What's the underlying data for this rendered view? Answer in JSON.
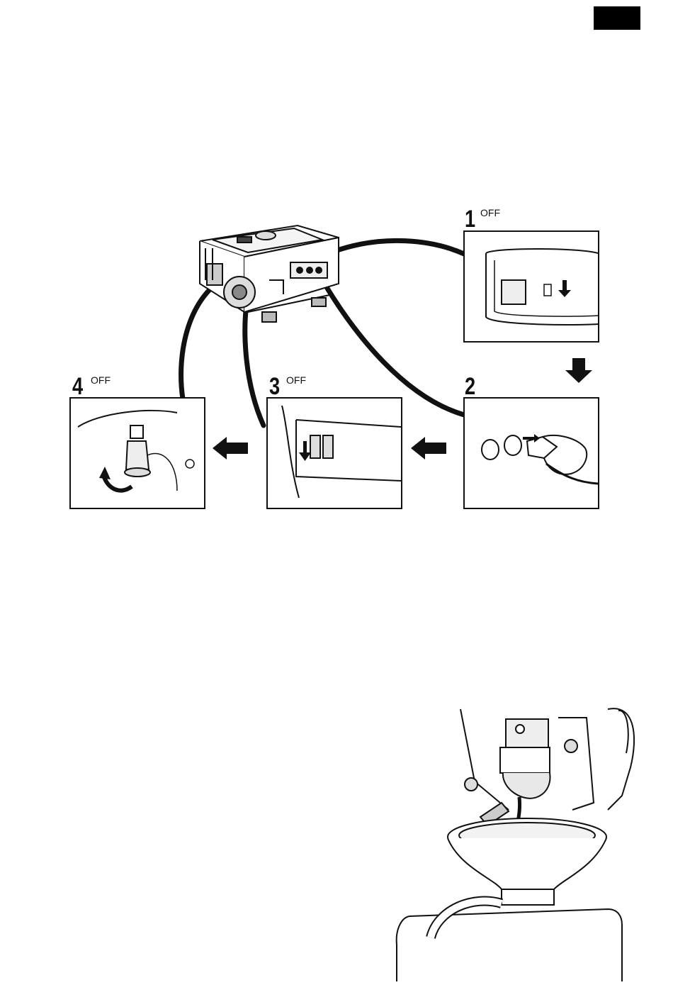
{
  "steps": [
    {
      "number": "1",
      "state": "OFF"
    },
    {
      "number": "2",
      "state": ""
    },
    {
      "number": "3",
      "state": "OFF"
    },
    {
      "number": "4",
      "state": "OFF"
    }
  ],
  "icons": {
    "header_tab": "black-tab",
    "generator": "generator-illustration",
    "drain": "fuel-drain-illustration"
  },
  "colors": {
    "ink": "#111111",
    "background": "#ffffff"
  }
}
